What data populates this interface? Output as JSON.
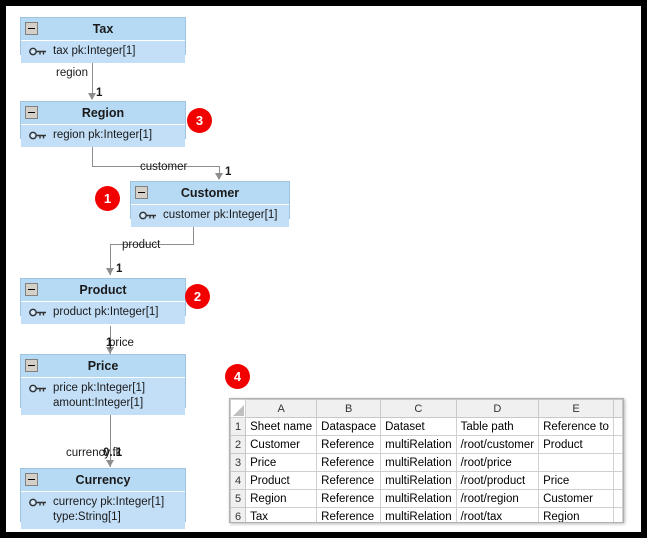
{
  "diagram": {
    "classes": [
      {
        "name": "Tax",
        "collapse_icon": "minus-icon",
        "attrs": [
          {
            "icon": "key-icon",
            "text": "tax pk:Integer[1]"
          }
        ]
      },
      {
        "name": "Region",
        "collapse_icon": "minus-icon",
        "attrs": [
          {
            "icon": "key-icon",
            "text": "region pk:Integer[1]"
          }
        ]
      },
      {
        "name": "Customer",
        "collapse_icon": "minus-icon",
        "attrs": [
          {
            "icon": "key-icon",
            "text": "customer pk:Integer[1]"
          }
        ]
      },
      {
        "name": "Product",
        "collapse_icon": "minus-icon",
        "attrs": [
          {
            "icon": "key-icon",
            "text": "product pk:Integer[1]"
          }
        ]
      },
      {
        "name": "Price",
        "collapse_icon": "minus-icon",
        "attrs": [
          {
            "icon": "key-icon",
            "text": "price pk:Integer[1]"
          },
          {
            "icon": "none",
            "text": "amount:Integer[1]"
          }
        ]
      },
      {
        "name": "Currency",
        "collapse_icon": "minus-icon",
        "attrs": [
          {
            "icon": "key-icon",
            "text": "currency pk:Integer[1]"
          },
          {
            "icon": "none",
            "text": "type:String[1]"
          }
        ]
      }
    ],
    "edges": [
      {
        "label": "region",
        "multiplicity": "1",
        "from": "Tax",
        "to": "Region"
      },
      {
        "label": "customer",
        "multiplicity": "1",
        "from": "Region",
        "to": "Customer"
      },
      {
        "label": "product",
        "multiplicity": "1",
        "from": "Customer",
        "to": "Product"
      },
      {
        "label": "price",
        "multiplicity": "1",
        "from": "Product",
        "to": "Price"
      },
      {
        "label": "currency.fk",
        "multiplicity": "0..1",
        "from": "Price",
        "to": "Currency"
      }
    ],
    "badges": [
      {
        "number": "1",
        "color": "#f20000"
      },
      {
        "number": "2",
        "color": "#f20000"
      },
      {
        "number": "3",
        "color": "#f20000"
      },
      {
        "number": "4",
        "color": "#f20000"
      }
    ]
  },
  "spreadsheet": {
    "column_headers": [
      "A",
      "B",
      "C",
      "D",
      "E"
    ],
    "row_numbers": [
      "1",
      "2",
      "3",
      "4",
      "5",
      "6"
    ],
    "rows": [
      [
        "Sheet name",
        "Dataspace",
        "Dataset",
        "Table path",
        "Reference to"
      ],
      [
        "Customer",
        "Reference",
        "multiRelation",
        "/root/customer",
        "Product"
      ],
      [
        "Price",
        "Reference",
        "multiRelation",
        "/root/price",
        ""
      ],
      [
        "Product",
        "Reference",
        "multiRelation",
        "/root/product",
        "Price"
      ],
      [
        "Region",
        "Reference",
        "multiRelation",
        "/root/region",
        "Customer"
      ],
      [
        "Tax",
        "Reference",
        "multiRelation",
        "/root/tax",
        "Region"
      ]
    ]
  }
}
